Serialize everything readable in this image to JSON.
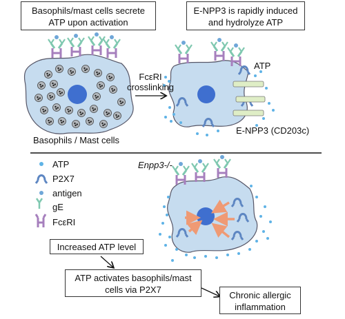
{
  "top_left_box": "Basophils/mast cells secrete ATP upon activation",
  "top_right_box": "E-NPP3 is rapidly induced and hydrolyze ATP",
  "left_cell_label": "Basophils / Mast cells",
  "arrow_label_line1": "FcεRI",
  "arrow_label_line2": "crosslinking",
  "atp_label": "ATP",
  "enpp3_label": "E-NPP3 (CD203c)",
  "knockout_label": "Enpp3-/-",
  "legend": [
    "ATP",
    "P2X7",
    "antigen",
    "gE",
    "FcεRI"
  ],
  "flow_box1": "Increased ATP level",
  "flow_box2": "ATP activates basophils/mast cells via P2X7",
  "flow_box3": "Chronic allergic inflammation",
  "colors": {
    "cell_fill": "#c6dcef",
    "nucleus": "#3f6fcf",
    "atp": "#5fb3e6",
    "receptor": "#a67fbd",
    "ige": "#7fc8b0",
    "antigen": "#6fa7d8",
    "p2x7": "#5d86c2",
    "enpp3": "#dfeec6",
    "arrow_orange": "#ef9a74",
    "divider": "#111111"
  }
}
